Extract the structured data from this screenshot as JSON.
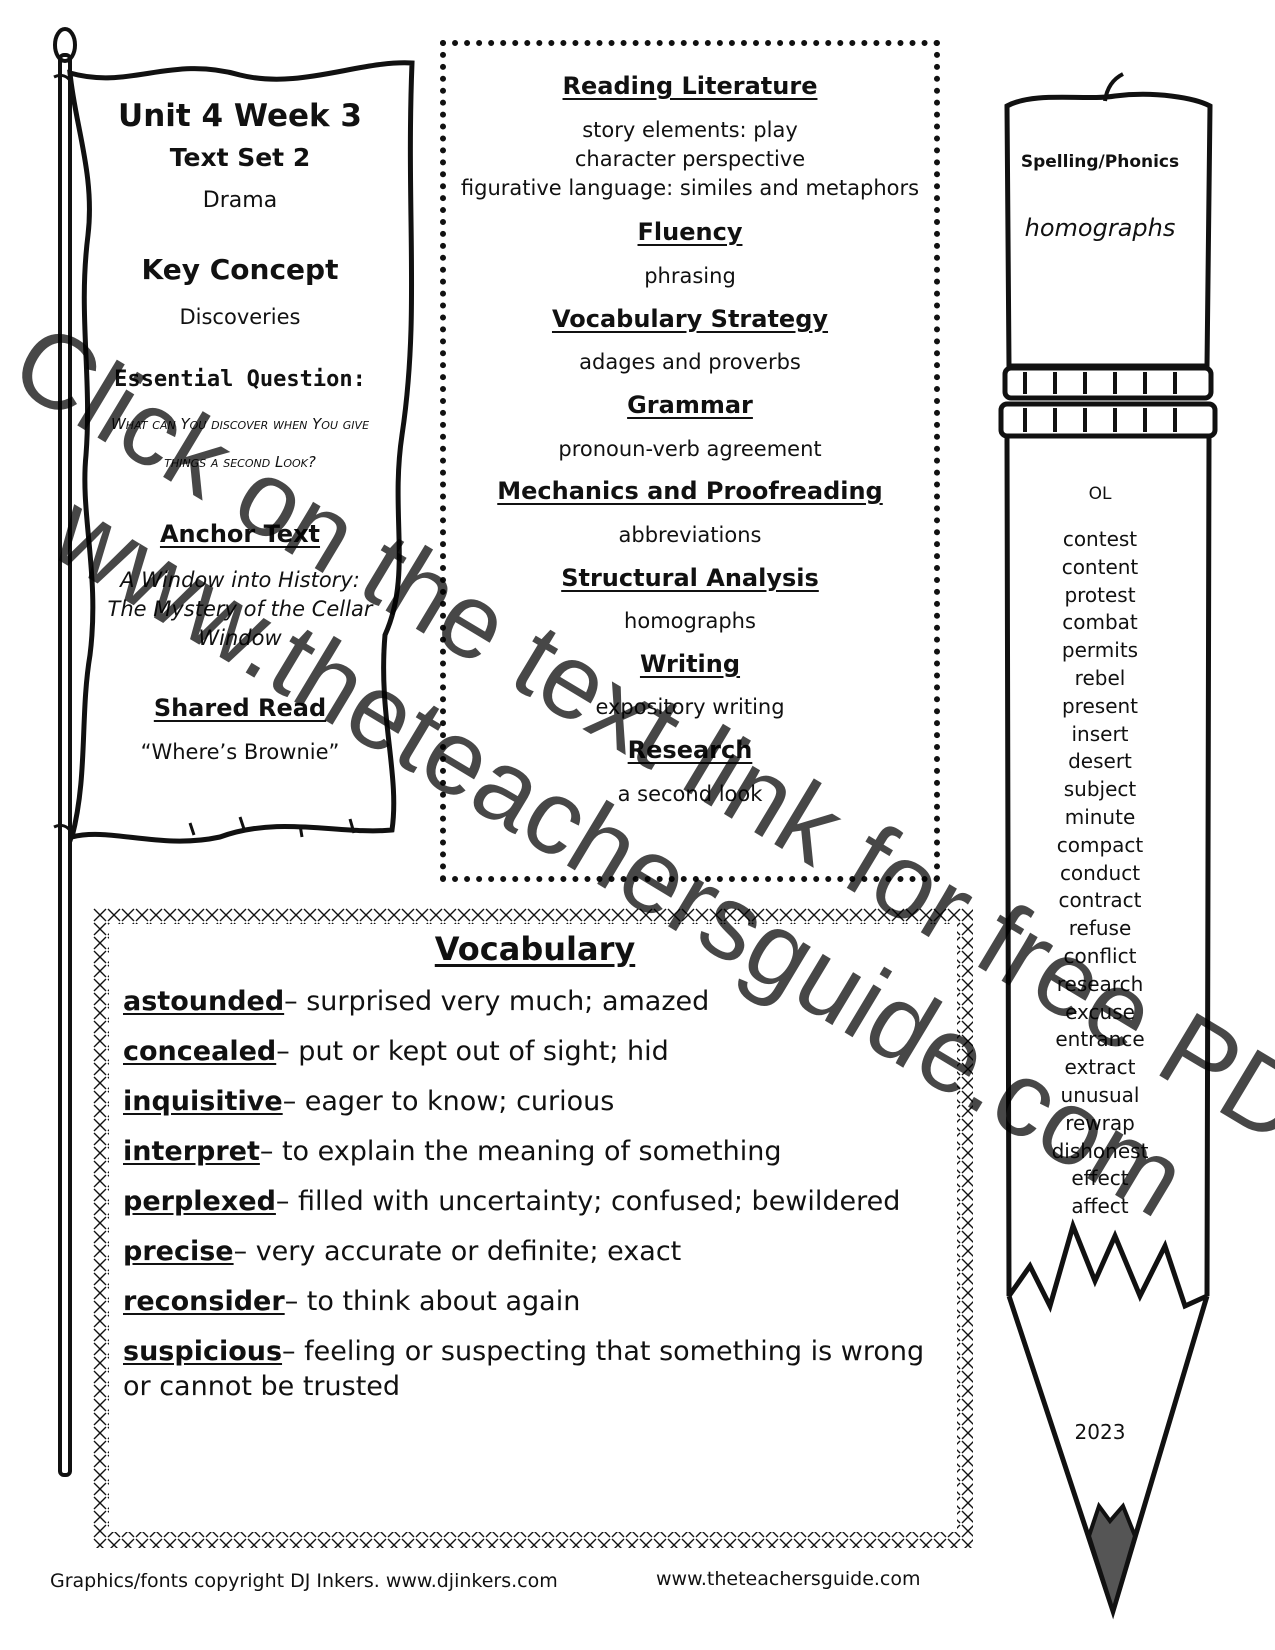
{
  "banner": {
    "unit": "Unit 4 Week 3",
    "text_set": "Text Set 2",
    "genre": "Drama",
    "key_concept_heading": "Key Concept",
    "key_concept": "Discoveries",
    "essential_question_heading": "Essential Question:",
    "essential_question": "What can You discover when You give things a second Look?",
    "anchor_text_heading": "Anchor Text",
    "anchor_text": "A Window into History: The Mystery of the Cellar Window",
    "shared_read_heading": "Shared Read",
    "shared_read": "“Where’s Brownie”"
  },
  "skills": {
    "reading_literature_heading": "Reading Literature",
    "reading_literature": [
      "story elements: play",
      "character perspective",
      "figurative language: similes and metaphors"
    ],
    "fluency_heading": "Fluency",
    "fluency": "phrasing",
    "vocabulary_strategy_heading": "Vocabulary Strategy",
    "vocabulary_strategy": "adages and proverbs",
    "grammar_heading": "Grammar",
    "grammar": "pronoun-verb agreement",
    "mechanics_heading": "Mechanics and Proofreading",
    "mechanics": "abbreviations",
    "structural_analysis_heading": "Structural Analysis",
    "structural_analysis": "homographs",
    "writing_heading": "Writing",
    "writing": "expository writing",
    "research_heading": "Research",
    "research": "a second look"
  },
  "vocabulary": {
    "title": "Vocabulary",
    "items": [
      {
        "word": "astounded",
        "definition": "– surprised very much; amazed"
      },
      {
        "word": "concealed",
        "definition": "– put or kept out of sight; hid"
      },
      {
        "word": "inquisitive",
        "definition": "– eager to know; curious"
      },
      {
        "word": "interpret",
        "definition": "– to explain the meaning of something"
      },
      {
        "word": "perplexed",
        "definition": "– filled with uncertainty; confused; bewildered"
      },
      {
        "word": "precise",
        "definition": "– very accurate or definite; exact"
      },
      {
        "word": "reconsider",
        "definition": "– to think about again"
      },
      {
        "word": "suspicious",
        "definition": "– feeling or suspecting that something is wrong or cannot be trusted"
      }
    ]
  },
  "pencil": {
    "spelling_heading": "Spelling/Phonics",
    "spelling_focus": "homographs",
    "level": "OL",
    "words": [
      "contest",
      "content",
      "protest",
      "combat",
      "permits",
      "rebel",
      "present",
      "insert",
      "desert",
      "subject",
      "minute",
      "compact",
      "conduct",
      "contract",
      "refuse",
      "conflict",
      "research",
      "excuse",
      "entrance",
      "extract",
      "unusual",
      "rewrap",
      "dishonest",
      "effect",
      "affect"
    ],
    "year": "2023"
  },
  "watermark": {
    "line1": "Click on the text link for free PDF",
    "line2": "www.theteachersguide.com"
  },
  "footer": {
    "left": "Graphics/fonts copyright DJ Inkers. www.djinkers.com",
    "right": "www.theteachersguide.com"
  }
}
